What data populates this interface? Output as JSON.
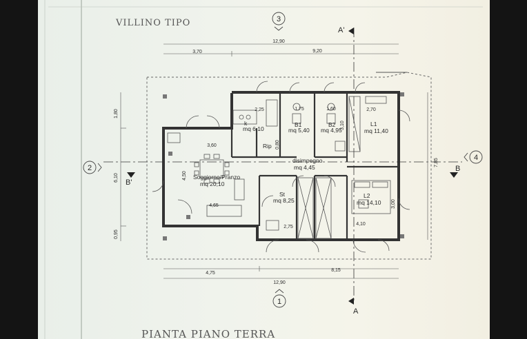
{
  "header": {
    "title": "VILLINO TIPO",
    "footer_title": "PIANTA PIANO TERRA"
  },
  "dimensions": {
    "top_total": "12,90",
    "top_left": "3,70",
    "top_right": "9,20",
    "bottom_left": "4,75",
    "bottom_right": "8,15",
    "bottom_total": "12,90",
    "left_top": "1,80",
    "left_mid": "6,10",
    "left_bottom": "0,95",
    "right_total": "7,85",
    "k_width": "2,25",
    "b1_width": "1,75",
    "b2_width": "1,60",
    "l1_width": "2,70",
    "living_width": "3,60",
    "living_height": "4,50",
    "living_bottom": "4,65",
    "st_width": "2,75",
    "l2_width": "4,10",
    "l2_height": "3,00",
    "rip_width": "0,80",
    "b2_height": "3,10"
  },
  "rooms": {
    "k": {
      "name": "k",
      "area": "mq 6,10"
    },
    "b1": {
      "name": "B1",
      "area": "mq 5,40"
    },
    "b2": {
      "name": "B2",
      "area": "mq 4,95"
    },
    "l1": {
      "name": "L1",
      "area": "mq 11,40"
    },
    "rip": {
      "name": "Rip"
    },
    "disimpegno": {
      "name": "disimpegno",
      "area": "mq 4,45"
    },
    "soggiorno": {
      "name": "Soggiorno/Pranzo",
      "area": "mq 20,10"
    },
    "st": {
      "name": "St",
      "area": "mq 8,25"
    },
    "l2": {
      "name": "L2",
      "area": "mq 14,10"
    }
  },
  "markers": {
    "axis_1": "1",
    "axis_2": "2",
    "axis_3": "3",
    "axis_4": "4",
    "section_a_top": "A'",
    "section_a_bottom": "A",
    "section_b_left": "B'",
    "section_b_right": "B"
  }
}
